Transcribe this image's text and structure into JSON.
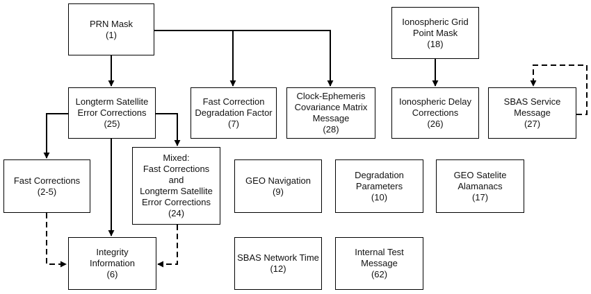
{
  "diagram": {
    "nodes": [
      {
        "id": "prn_mask",
        "lines": [
          "PRN Mask",
          "(1)"
        ]
      },
      {
        "id": "longterm",
        "lines": [
          "Longterm Satellite",
          "Error Corrections",
          "(25)"
        ]
      },
      {
        "id": "fast_corr_degr",
        "lines": [
          "Fast Correction",
          "Degradation Factor",
          "(7)"
        ]
      },
      {
        "id": "clock_eph",
        "lines": [
          "Clock-Ephemeris",
          "Covariance Matrix",
          "Message",
          "(28)"
        ]
      },
      {
        "id": "iono_grid",
        "lines": [
          "Ionospheric Grid",
          "Point Mask",
          "(18)"
        ]
      },
      {
        "id": "iono_delay",
        "lines": [
          "Ionospheric Delay",
          "Corrections",
          "(26)"
        ]
      },
      {
        "id": "sbas_service",
        "lines": [
          "SBAS Service",
          "Message",
          "(27)"
        ]
      },
      {
        "id": "fast_corrections",
        "lines": [
          "Fast Corrections",
          "(2-5)"
        ]
      },
      {
        "id": "mixed",
        "lines": [
          "Mixed:",
          "Fast Corrections",
          "and",
          "Longterm Satellite",
          "Error Corrections",
          "(24)"
        ]
      },
      {
        "id": "geo_nav",
        "lines": [
          "GEO Navigation",
          "(9)"
        ]
      },
      {
        "id": "degradation",
        "lines": [
          "Degradation",
          "Parameters",
          "(10)"
        ]
      },
      {
        "id": "geo_almanacs",
        "lines": [
          "GEO Satelite",
          "Alamanacs",
          "(17)"
        ]
      },
      {
        "id": "integrity",
        "lines": [
          "Integrity",
          "Information",
          "(6)"
        ]
      },
      {
        "id": "sbas_time",
        "lines": [
          "SBAS Network Time",
          "(12)"
        ]
      },
      {
        "id": "internal_test",
        "lines": [
          "Internal Test",
          "Message",
          "(62)"
        ]
      }
    ],
    "edges": [
      {
        "from": "prn_mask",
        "to": "longterm",
        "style": "solid"
      },
      {
        "from": "prn_mask",
        "to": "fast_corr_degr",
        "style": "solid"
      },
      {
        "from": "prn_mask",
        "to": "clock_eph",
        "style": "solid"
      },
      {
        "from": "iono_grid",
        "to": "iono_delay",
        "style": "solid"
      },
      {
        "from": "sbas_service",
        "to": "sbas_service",
        "style": "dashed"
      },
      {
        "from": "longterm",
        "to": "fast_corrections",
        "style": "solid"
      },
      {
        "from": "longterm",
        "to": "mixed",
        "style": "solid"
      },
      {
        "from": "longterm",
        "to": "integrity",
        "style": "solid"
      },
      {
        "from": "fast_corrections",
        "to": "integrity",
        "style": "dashed"
      },
      {
        "from": "mixed",
        "to": "integrity",
        "style": "dashed"
      }
    ],
    "colors": {
      "stroke": "#000000",
      "background": "#ffffff",
      "text": "#111111"
    }
  }
}
